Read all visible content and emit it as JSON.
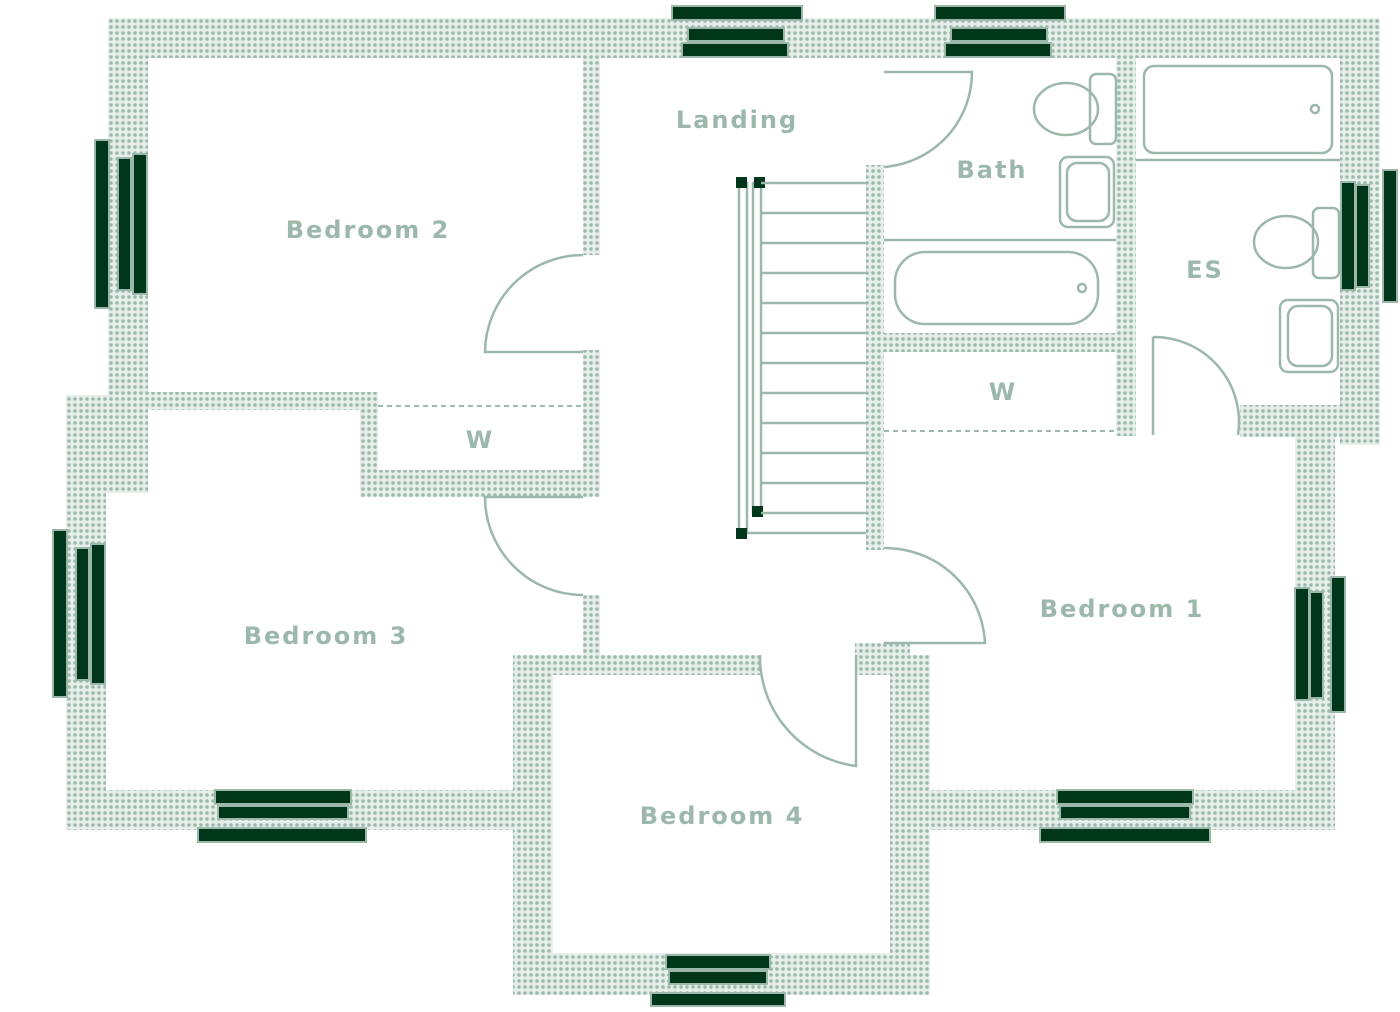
{
  "rooms": {
    "landing": "Landing",
    "bath": "Bath",
    "es": "ES",
    "bedroom1": "Bedroom 1",
    "bedroom2": "Bedroom 2",
    "bedroom3": "Bedroom 3",
    "bedroom4": "Bedroom 4",
    "wardrobe_left": "W",
    "wardrobe_right": "W"
  },
  "colors": {
    "wall": "#9bb8aa",
    "window": "#00361a",
    "background": "#ffffff"
  }
}
